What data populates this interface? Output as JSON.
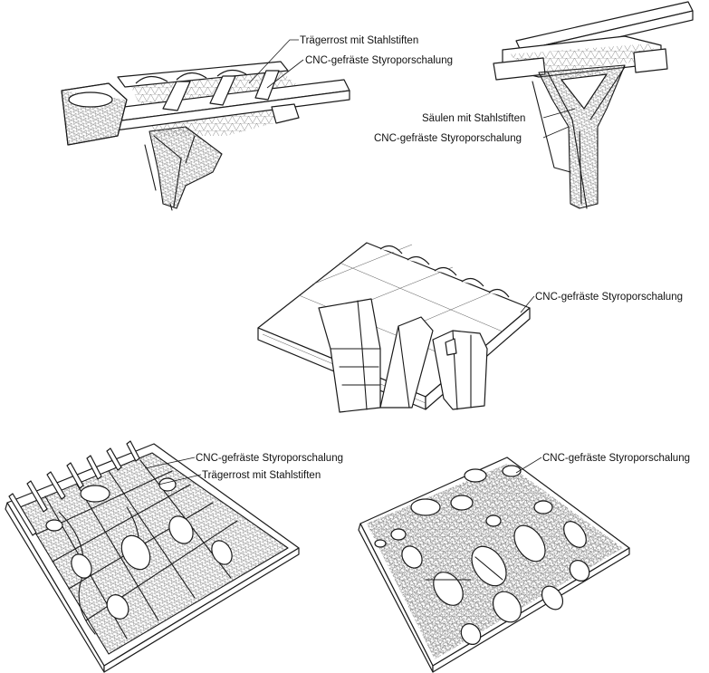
{
  "labels": {
    "top_left_grid": "Trägerrost mit Stahlstiften",
    "top_left_formwork": "CNC-gefräste Styroporschalung",
    "top_right_columns": "Säulen mit Stahlstiften",
    "top_right_formwork": "CNC-gefräste Styroporschalung",
    "middle_formwork": "CNC-gefräste Styroporschalung",
    "bottom_left_formwork": "CNC-gefräste Styroporschalung",
    "bottom_left_grid": "Trägerrost mit Stahlstiften",
    "bottom_right_formwork": "CNC-gefräste Styroporschalung"
  }
}
